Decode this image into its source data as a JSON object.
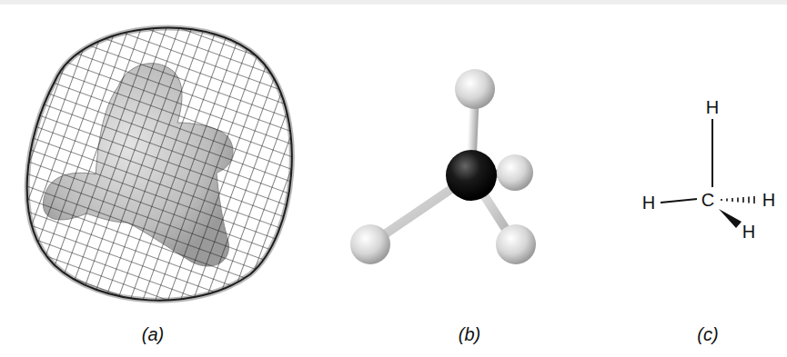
{
  "diagram": {
    "labels": [
      "H",
      "H",
      "C",
      "H",
      "H",
      "(a)",
      "(b)",
      "(c)"
    ]
  }
}
